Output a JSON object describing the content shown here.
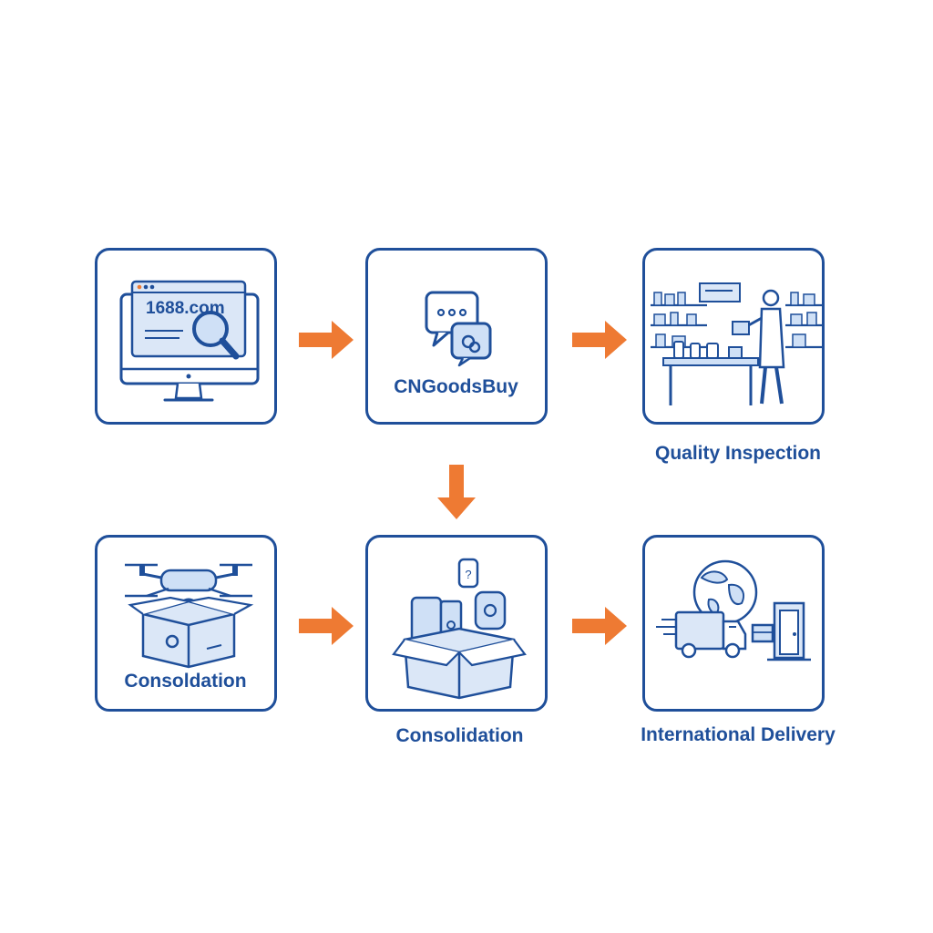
{
  "steps": [
    {
      "id": "search",
      "label": "1688.com",
      "icon": "computer-search-icon"
    },
    {
      "id": "agent",
      "label": "CNGoodsBuy",
      "icon": "chat-bubbles-icon"
    },
    {
      "id": "inspection",
      "label": "Quality Inspection",
      "icon": "inspector-warehouse-icon"
    },
    {
      "id": "drone",
      "label": "Consoldation",
      "icon": "drone-package-icon"
    },
    {
      "id": "consolidation",
      "label": "Consolidation",
      "icon": "open-box-items-icon"
    },
    {
      "id": "delivery",
      "label": "International Delivery",
      "icon": "truck-globe-icon"
    }
  ],
  "colors": {
    "primary": "#1f4f9a",
    "light_fill": "#cfe0f6",
    "arrow": "#ee7a33"
  }
}
